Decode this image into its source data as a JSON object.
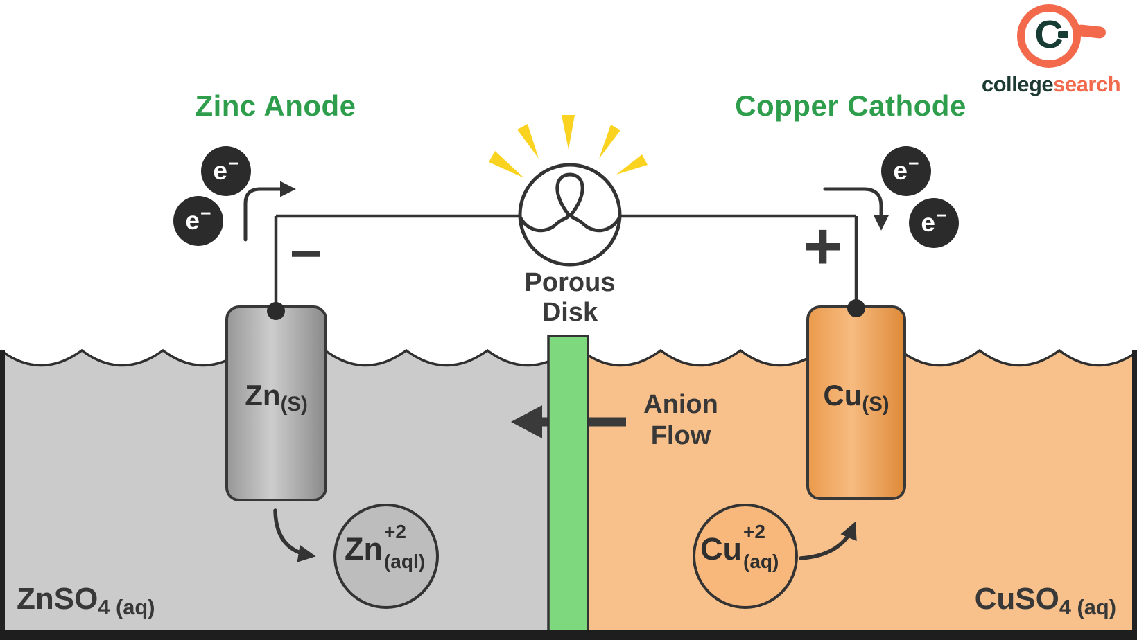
{
  "header": {
    "left_title": "Zinc Anode",
    "right_title": "Copper Cathode"
  },
  "logo": {
    "letter": "C",
    "word_dark": "college",
    "word_accent": "search"
  },
  "circuit": {
    "minus": "−",
    "plus": "+",
    "electron": {
      "base": "e",
      "sup": "−"
    }
  },
  "divider": {
    "line1": "Porous",
    "line2": "Disk"
  },
  "anion": {
    "line1": "Anion",
    "line2": "Flow"
  },
  "electrodes": {
    "zinc": {
      "symbol": "Zn",
      "state": "(S)"
    },
    "copper": {
      "symbol": "Cu",
      "state": "(S)"
    }
  },
  "ions": {
    "zinc": {
      "symbol": "Zn",
      "charge": "+2",
      "state": "(aql)"
    },
    "copper": {
      "symbol": "Cu",
      "charge": "+2",
      "state": "(aq)"
    }
  },
  "solutions": {
    "left": {
      "formula": "ZnSO",
      "sub": "4 (aq)"
    },
    "right": {
      "formula": "CuSO",
      "sub": "4 (aq)"
    }
  },
  "colors": {
    "title_green": "#2e9e4c",
    "solution_gray": "#cbcbcb",
    "solution_orange": "#f8c18c",
    "electrode_zinc": "#b5b5b5",
    "electrode_copper": "#f0a558",
    "porous_green": "#7dd87e",
    "ray_yellow": "#fad220",
    "ink": "#333333",
    "electron_dark": "#2b2b2b",
    "brand_orange": "#f2694c",
    "brand_dark": "#1c3a32"
  }
}
